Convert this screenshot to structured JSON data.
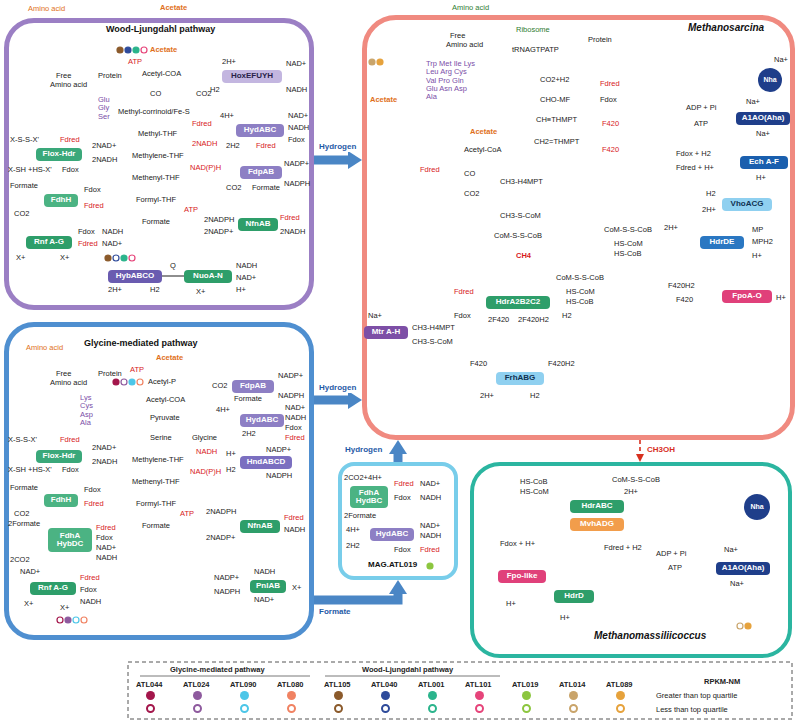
{
  "diagram": {
    "nodes": [
      {
        "text": [
          "Wood-Ljungdahl pathway"
        ]
      },
      {
        "text": [
          "HoxEFUYH"
        ],
        "in": 0
      },
      {
        "text": [
          "HydABC"
        ],
        "in": 0
      },
      {
        "text": [
          "FdpAB"
        ],
        "in": 0
      },
      {
        "text": [
          "NfnAB"
        ],
        "in": 0
      },
      {
        "text": [
          "Flox-Hdr"
        ],
        "in": 0
      },
      {
        "text": [
          "FdhH"
        ],
        "in": 0
      },
      {
        "text": [
          "Rnf A-G"
        ],
        "in": 0
      },
      {
        "text": [
          "HybABCO"
        ],
        "in": 0
      },
      {
        "text": [
          "NuoA-N"
        ],
        "in": 0
      },
      {
        "text": [
          "Methanosarcina"
        ]
      },
      {
        "text": [
          "Nha"
        ],
        "in": 10
      },
      {
        "text": [
          "A1AO(Aha)"
        ],
        "in": 10
      },
      {
        "text": [
          "Ech A-F"
        ],
        "in": 10
      },
      {
        "text": [
          "VhoACG"
        ],
        "in": 10
      },
      {
        "text": [
          "HdrDE"
        ],
        "in": 10
      },
      {
        "text": [
          "FpoA-O"
        ],
        "in": 10
      },
      {
        "text": [
          "HdrA2B2C2"
        ],
        "in": 10
      },
      {
        "text": [
          "FrhABG"
        ],
        "in": 10
      },
      {
        "text": [
          "Mtr A-H"
        ],
        "in": 10
      },
      {
        "text": [
          "MAG.ATL019"
        ]
      },
      {
        "text": [
          "FdhA HydBC"
        ],
        "in": 20
      },
      {
        "text": [
          "HydABC"
        ],
        "in": 20
      },
      {
        "text": [
          "Glycine-mediated pathway"
        ]
      },
      {
        "text": [
          "Flox-Hdr"
        ],
        "in": 23
      },
      {
        "text": [
          "FdhH"
        ],
        "in": 23
      },
      {
        "text": [
          "FdhA HybDC"
        ],
        "in": 23
      },
      {
        "text": [
          "FdpAB"
        ],
        "in": 23
      },
      {
        "text": [
          "HydABC"
        ],
        "in": 23
      },
      {
        "text": [
          "HndABCD"
        ],
        "in": 23
      },
      {
        "text": [
          "NfnAB"
        ],
        "in": 23
      },
      {
        "text": [
          "Rnf A-G"
        ],
        "in": 23
      },
      {
        "text": [
          "PnlAB"
        ],
        "in": 23
      },
      {
        "text": [
          "Methanomassiliicoccus"
        ]
      },
      {
        "text": [
          "Nha"
        ],
        "in": 33
      },
      {
        "text": [
          "A1AO(Aha)"
        ],
        "in": 33
      },
      {
        "text": [
          "HdrABC"
        ],
        "in": 33
      },
      {
        "text": [
          "MvhADG"
        ],
        "in": 33
      },
      {
        "text": [
          "Fpo-like"
        ],
        "in": 33
      },
      {
        "text": [
          "HdrD"
        ],
        "in": 33
      }
    ],
    "edges": [
      {
        "from": 0,
        "to": 10,
        "arrow": "to",
        "label": "Hydrogen"
      },
      {
        "from": 23,
        "to": 20,
        "arrow": "to",
        "label": "Formate"
      },
      {
        "from": 23,
        "to": 10,
        "arrow": "to",
        "label": "Hydrogen"
      },
      {
        "from": 20,
        "to": 10,
        "arrow": "to",
        "label": "Hydrogen"
      },
      {
        "from": 10,
        "to": 33,
        "arrow": "to",
        "label": "CH3OH"
      },
      {
        "from": 8,
        "to": 9,
        "arrow": "none"
      }
    ],
    "labels": [
      "Acetate",
      "Amino acid",
      "Free",
      "Amino acid",
      "Protein",
      "Glu Gly Ser",
      "Acetate",
      "ATP",
      "Acetyl-COA",
      "CO",
      "CO2",
      "Methyl-corrinoid/Fe-S",
      "Fdred",
      "Methyl-THF",
      "2NADH",
      "Methylene-THF",
      "NAD(P)H",
      "Methenyl-THF",
      "Formyl-THF",
      "ATP",
      "Formate",
      "2H+",
      "H2",
      "NAD+",
      "NADH",
      "4H+",
      "2H2",
      "NAD+",
      "NADH",
      "Fdox",
      "Fdred",
      "NADP+",
      "NADPH",
      "CO2",
      "Formate",
      "2NADPH",
      "2NADP+",
      "Fdred",
      "2NADH",
      "X-S-S-X'",
      "Fdred",
      "2NAD+",
      "X-SH +HS-X'",
      "Fdox",
      "2NADH",
      "Formate",
      "CO2",
      "Fdox",
      "Fdred",
      "Fdox",
      "Fdred",
      "NADH",
      "NAD+",
      "X+",
      "X+",
      "2H+",
      "H2",
      "Q",
      "NADH",
      "NAD+",
      "H+",
      "X+",
      "Amino acid",
      "Acetate",
      "Free",
      "Amino acid",
      "Protein",
      "Lys Cys Asp Ala",
      "ATP",
      "Acetyl-P",
      "Acetyl-COA",
      "Pyruvate",
      "Serine",
      "Glycine",
      "NADH",
      "Methylene-THF",
      "NAD(P)H",
      "Methenyl-THF",
      "Formyl-THF",
      "ATP",
      "Formate",
      "X-S-S-X'",
      "Fdred",
      "2NAD+",
      "X-SH +HS-X'",
      "Fdox",
      "2NADH",
      "Formate",
      "CO2",
      "Fdox",
      "Fdred",
      "2Formate",
      "2CO2",
      "Fdred",
      "Fdox",
      "NAD+",
      "NADH",
      "CO2",
      "Formate",
      "NADP+",
      "NADPH",
      "4H+",
      "2H2",
      "NAD+",
      "NADH",
      "Fdox",
      "Fdred",
      "H+",
      "H2",
      "NADP+",
      "NADPH",
      "2NADPH",
      "2NADP+",
      "Fdred",
      "NADH",
      "NAD+",
      "Fdred",
      "Fdox",
      "NADH",
      "X+",
      "X+",
      "NADP+",
      "NADPH",
      "NADH",
      "NAD+",
      "X+",
      "Amino acid",
      "Free",
      "Amino acid",
      "Ribosome",
      "Protein",
      "tRNAGTPATP",
      "Trp Met Ile Lys Leu Arg Cys Val Pro Gln Glu Asn Asp Ala",
      "Acetate",
      "Acetate",
      "Acetyl-CoA",
      "Fdred",
      "CO",
      "CO2",
      "CH3-H4MPT",
      "CH3-S-CoM",
      "CoM-S-S-CoB",
      "CH4",
      "CO2+H2",
      "Fdred",
      "CHO-MF",
      "Fdox",
      "CH≡THMPT",
      "F420",
      "CH2=THMPT",
      "F420",
      "Na+",
      "ADP + Pi",
      "ATP",
      "Na+",
      "Na+",
      "Fdox + H2",
      "Fdred + H+",
      "H+",
      "H2",
      "2H+",
      "CoM-S-S-CoB",
      "2H+",
      "HS-CoM",
      "HS-CoB",
      "MP",
      "MPH2",
      "H+",
      "F420H2",
      "F420",
      "H+",
      "Fdred",
      "Fdox",
      "CoM-S-S-CoB",
      "HS-CoM",
      "HS-CoB",
      "2F420",
      "2F420H2",
      "H2",
      "F420",
      "F420H2",
      "2H+",
      "H2",
      "Na+",
      "CH3-H4MPT",
      "CH3-S-CoM",
      "2CO2+4H+",
      "2Formate",
      "Fdred",
      "Fdox",
      "NAD+",
      "NADH",
      "4H+",
      "2H2",
      "NAD+",
      "NADH",
      "Fdox",
      "Fdred",
      "HS-CoB",
      "HS-CoM",
      "CoM-S-S-CoB",
      "2H+",
      "Fdox + H+",
      "Fdred + H2",
      "H+",
      "H+",
      "ADP + Pi",
      "ATP",
      "Na+",
      "Na+",
      "Glycine-mediated pathway",
      "Wood-Ljungdahl pathway",
      "RPKM-NM",
      "Greater than top quartile",
      "Less than top quartile"
    ],
    "legend": [
      {
        "text": "ATL044",
        "color": "#a3164b"
      },
      {
        "text": "ATL024",
        "color": "#8e5a9e"
      },
      {
        "text": "ATL090",
        "color": "#4cc6e8"
      },
      {
        "text": "ATL080",
        "color": "#f08262"
      },
      {
        "text": "ATL105",
        "color": "#8b5a2b"
      },
      {
        "text": "ATL040",
        "color": "#2e4b9b"
      },
      {
        "text": "ATL001",
        "color": "#2bb48c"
      },
      {
        "text": "ATL101",
        "color": "#e6447a"
      },
      {
        "text": "ATL019",
        "color": "#8cc63f"
      },
      {
        "text": "ATL014",
        "color": "#c9a46a"
      },
      {
        "text": "ATL089",
        "color": "#e6a23c"
      }
    ]
  }
}
